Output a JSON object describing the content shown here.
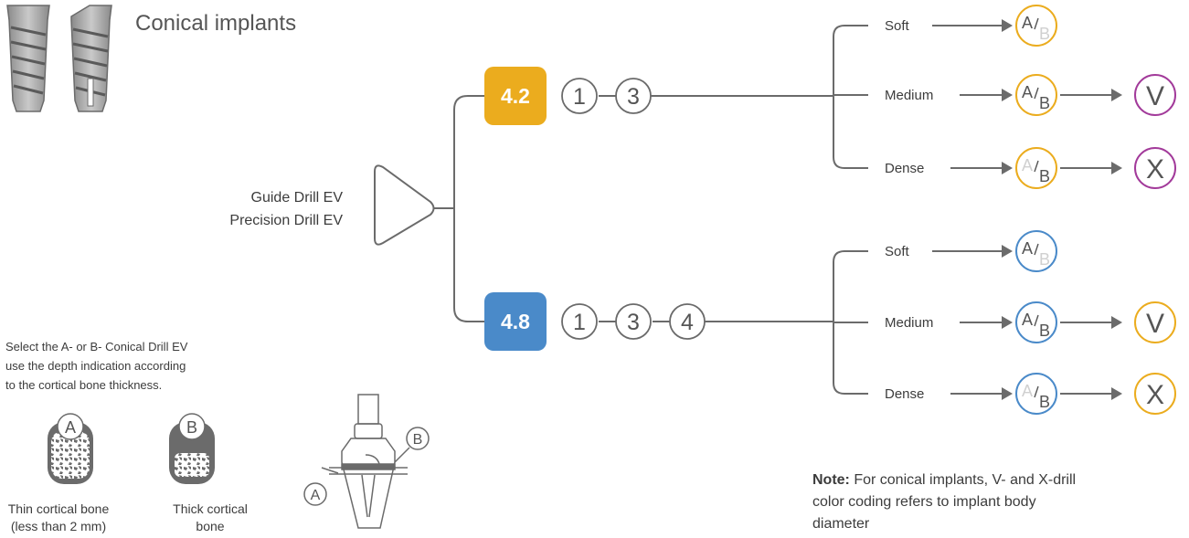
{
  "title": "Conical implants",
  "guide": {
    "line1": "Guide Drill EV",
    "line2": "Precision Drill EV"
  },
  "colors": {
    "orange": "#ebac1e",
    "blue": "#4a8ac9",
    "purple": "#a23a9a",
    "line": "#6b6b6b",
    "text": "#3c3c3c"
  },
  "branches": [
    {
      "size": "4.2",
      "color": "orange",
      "steps": [
        "1",
        "3"
      ],
      "bones": [
        {
          "label": "Soft",
          "letterA": "A",
          "letterB": "B",
          "dimA": false,
          "dimB": true,
          "final": ""
        },
        {
          "label": "Medium",
          "letterA": "A",
          "letterB": "B",
          "dimA": false,
          "dimB": false,
          "final": "V",
          "finalColor": "purple"
        },
        {
          "label": "Dense",
          "letterA": "A",
          "letterB": "B",
          "dimA": true,
          "dimB": false,
          "final": "X",
          "finalColor": "purple"
        }
      ]
    },
    {
      "size": "4.8",
      "color": "blue",
      "steps": [
        "1",
        "3",
        "4"
      ],
      "bones": [
        {
          "label": "Soft",
          "letterA": "A",
          "letterB": "B",
          "dimA": false,
          "dimB": true,
          "final": ""
        },
        {
          "label": "Medium",
          "letterA": "A",
          "letterB": "B",
          "dimA": false,
          "dimB": false,
          "final": "V",
          "finalColor": "orange"
        },
        {
          "label": "Dense",
          "letterA": "A",
          "letterB": "B",
          "dimA": true,
          "dimB": false,
          "final": "X",
          "finalColor": "orange"
        }
      ]
    }
  ],
  "select_text": [
    "Select the A- or B- Conical Drill EV",
    "use the depth indication according",
    "to the cortical bone thickness."
  ],
  "bone_a": {
    "letter": "A",
    "caption": [
      "Thin cortical bone",
      "(less than 2 mm)"
    ]
  },
  "bone_b": {
    "letter": "B",
    "caption": [
      "Thick cortical",
      "bone"
    ]
  },
  "drill_labels": {
    "a": "A",
    "b": "B"
  },
  "note": {
    "bold": "Note:",
    "lines": [
      " For conical implants, V- and X-drill",
      "color coding refers to implant body",
      "diameter"
    ]
  }
}
